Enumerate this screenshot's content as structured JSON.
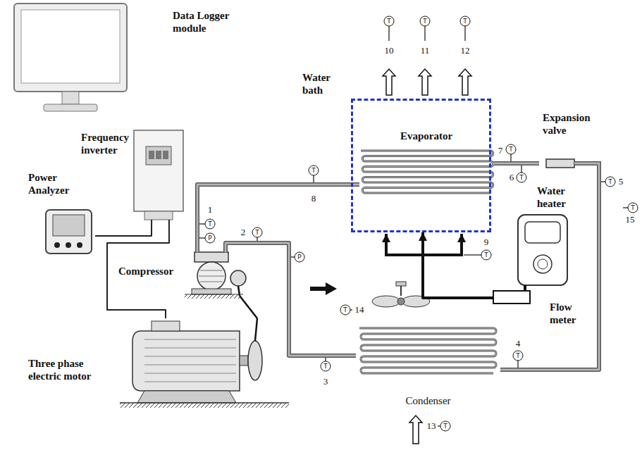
{
  "diagram": {
    "nodes": [
      {
        "text": [
          "Data Logger module"
        ]
      },
      {
        "text": [
          "Frequency inverter"
        ]
      },
      {
        "text": [
          "Power Analyzer"
        ]
      },
      {
        "text": [
          "Three phase electric motor"
        ]
      },
      {
        "text": [
          "Compressor"
        ]
      },
      {
        "text": [
          "Water bath"
        ]
      },
      {
        "text": [
          "Evaporator"
        ],
        "in": 5
      },
      {
        "text": [
          "Expansion valve"
        ]
      },
      {
        "text": [
          "Water heater"
        ]
      },
      {
        "text": [
          "Flow meter"
        ]
      },
      {
        "text": [
          "Condenser"
        ]
      }
    ],
    "edges": [
      {
        "from": 2,
        "to": 1,
        "arrow": "none"
      },
      {
        "from": 1,
        "to": 3,
        "arrow": "none"
      },
      {
        "from": 3,
        "to": 4,
        "arrow": "none"
      },
      {
        "from": 4,
        "to": 10,
        "arrow": "none"
      },
      {
        "from": 10,
        "to": 7,
        "arrow": "none"
      },
      {
        "from": 7,
        "to": 6,
        "arrow": "none"
      },
      {
        "from": 6,
        "to": 4,
        "arrow": "none"
      },
      {
        "from": 8,
        "to": 9,
        "arrow": "none"
      },
      {
        "from": 9,
        "to": 5,
        "arrow": "to"
      }
    ],
    "labels": [
      "10",
      "11",
      "12",
      "1",
      "2",
      "3",
      "4",
      "5",
      "6",
      "7",
      "8",
      "9",
      "13",
      "14",
      "15",
      "T",
      "T",
      "T",
      "T",
      "T",
      "T",
      "T",
      "T",
      "T",
      "T",
      "T",
      "T",
      "T",
      "T",
      "T",
      "P",
      "P"
    ]
  }
}
